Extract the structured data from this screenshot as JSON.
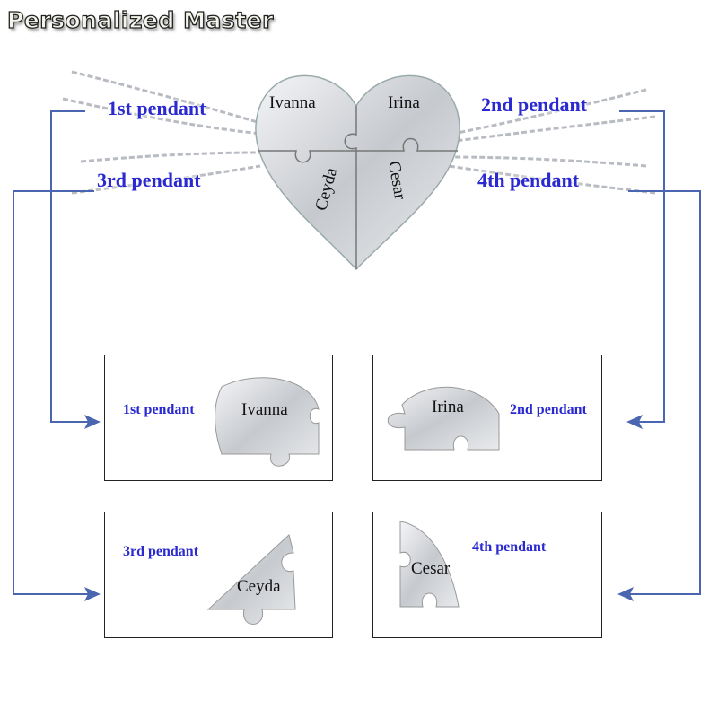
{
  "brand": "Personalized Master",
  "heart": {
    "names": [
      "Ivanna",
      "Irina",
      "Ceyda",
      "Cesar"
    ]
  },
  "labels": {
    "p1": "1st pendant",
    "p2": "2nd pendant",
    "p3": "3rd pendant",
    "p4": "4th pendant"
  },
  "colors": {
    "label": "#2a2ad0",
    "arrow": "#4a66b0",
    "metal": "#c9ccd0"
  }
}
